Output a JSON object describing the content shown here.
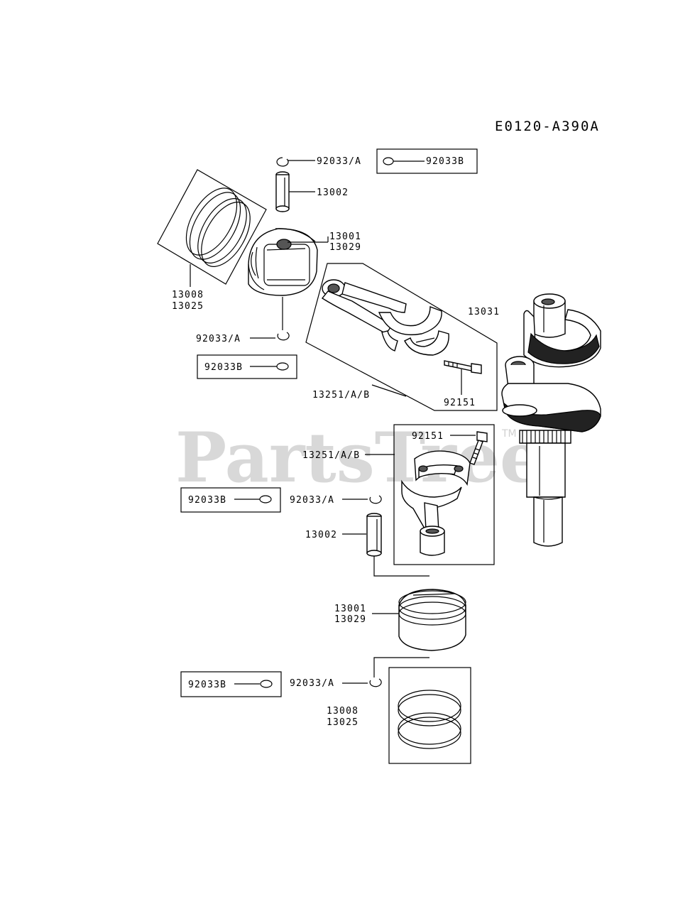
{
  "diagram_code": "E0120-A390A",
  "watermark": {
    "text": "PartsTree",
    "trademark": "TM"
  },
  "labels": {
    "clip_a_top": "92033/A",
    "clip_b_top": "92033B",
    "pin_top": "13002",
    "piston_top_1": "13001",
    "piston_top_2": "13029",
    "rings_top_1": "13008",
    "rings_top_2": "13025",
    "clip_a_mid": "92033/A",
    "clip_b_mid": "92033B",
    "rod_assembly": "13031",
    "rod_top": "13251/A/B",
    "bolt_top": "92151",
    "bolt_bottom": "92151",
    "rod_bottom": "13251/A/B",
    "clip_b_lower": "92033B",
    "clip_a_lower": "92033/A",
    "pin_bottom": "13002",
    "piston_bottom_1": "13001",
    "piston_bottom_2": "13029",
    "clip_b_bottom": "92033B",
    "clip_a_bottom": "92033/A",
    "rings_bottom_1": "13008",
    "rings_bottom_2": "13025"
  }
}
